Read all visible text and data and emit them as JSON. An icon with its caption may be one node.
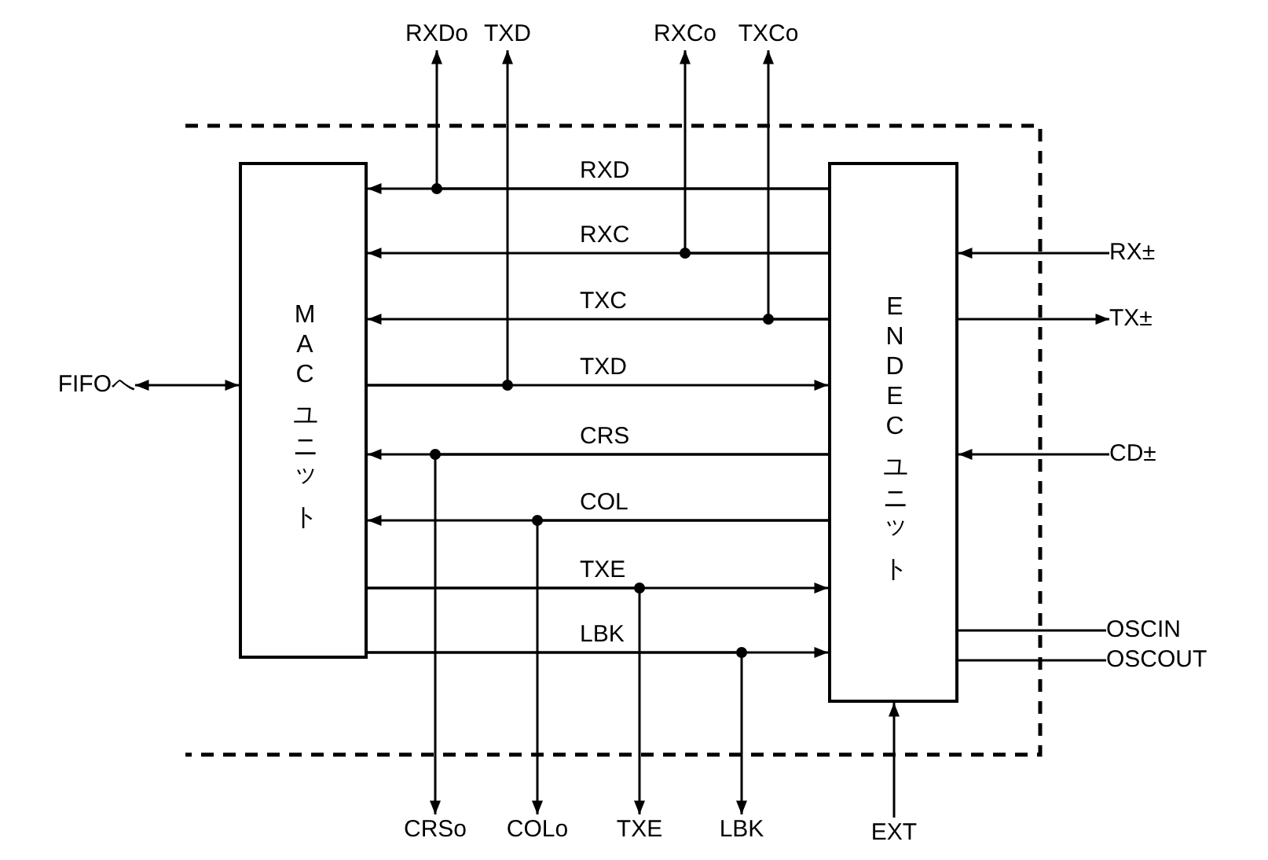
{
  "diagram": {
    "nodes": [
      {
        "text": [
          "MACユニット"
        ]
      },
      {
        "text": [
          "ENDECユニット"
        ]
      },
      {
        "text": [
          "RXDo"
        ]
      },
      {
        "text": [
          "TXD"
        ]
      },
      {
        "text": [
          "RXCo"
        ]
      },
      {
        "text": [
          "TXCo"
        ]
      },
      {
        "text": [
          "FIFOへ"
        ]
      },
      {
        "text": [
          "RX±"
        ]
      },
      {
        "text": [
          "TX±"
        ]
      },
      {
        "text": [
          "CD±"
        ]
      },
      {
        "text": [
          "OSCIN"
        ]
      },
      {
        "text": [
          "OSCOUT"
        ]
      },
      {
        "text": [
          "CRSo"
        ]
      },
      {
        "text": [
          "COLo"
        ]
      },
      {
        "text": [
          "TXE"
        ]
      },
      {
        "text": [
          "LBK"
        ]
      },
      {
        "text": [
          "EXT"
        ]
      }
    ],
    "edges": [
      {
        "from": 1,
        "to": 0,
        "arrow": "to",
        "label": "RXD"
      },
      {
        "from": 1,
        "to": 2,
        "arrow": "to"
      },
      {
        "from": 1,
        "to": 0,
        "arrow": "to",
        "label": "RXC"
      },
      {
        "from": 1,
        "to": 4,
        "arrow": "to"
      },
      {
        "from": 1,
        "to": 0,
        "arrow": "to",
        "label": "TXC"
      },
      {
        "from": 1,
        "to": 5,
        "arrow": "to"
      },
      {
        "from": 0,
        "to": 1,
        "arrow": "to",
        "label": "TXD"
      },
      {
        "from": 0,
        "to": 3,
        "arrow": "to"
      },
      {
        "from": 1,
        "to": 0,
        "arrow": "to",
        "label": "CRS"
      },
      {
        "from": 1,
        "to": 12,
        "arrow": "to"
      },
      {
        "from": 1,
        "to": 0,
        "arrow": "to",
        "label": "COL"
      },
      {
        "from": 1,
        "to": 13,
        "arrow": "to"
      },
      {
        "from": 0,
        "to": 1,
        "arrow": "to",
        "label": "TXE"
      },
      {
        "from": 0,
        "to": 14,
        "arrow": "to"
      },
      {
        "from": 0,
        "to": 1,
        "arrow": "to",
        "label": "LBK"
      },
      {
        "from": 0,
        "to": 15,
        "arrow": "to"
      },
      {
        "from": 6,
        "to": 0,
        "arrow": "both"
      },
      {
        "from": 7,
        "to": 1,
        "arrow": "to"
      },
      {
        "from": 1,
        "to": 8,
        "arrow": "to"
      },
      {
        "from": 9,
        "to": 1,
        "arrow": "to"
      },
      {
        "from": 1,
        "to": 10,
        "arrow": "none"
      },
      {
        "from": 1,
        "to": 11,
        "arrow": "none"
      },
      {
        "from": 16,
        "to": 1,
        "arrow": "to"
      }
    ]
  }
}
